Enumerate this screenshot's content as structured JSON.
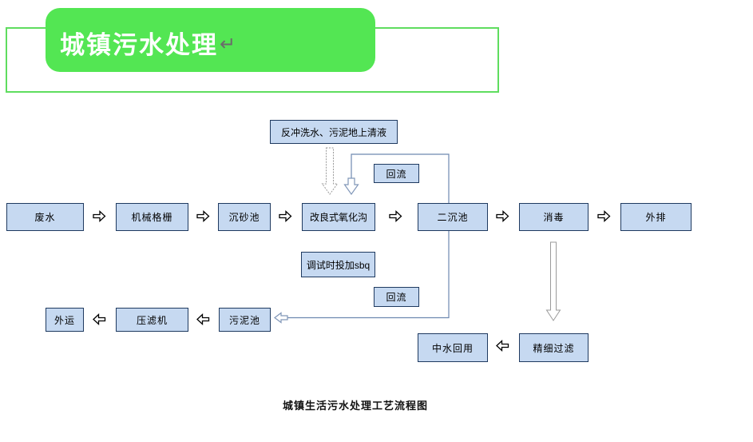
{
  "header": {
    "title": "城镇污水处理",
    "return_mark": "↵"
  },
  "diagram": {
    "nodes": {
      "backwash": {
        "label": "反冲洗水、污泥地上清液"
      },
      "reflux_top": {
        "label": "回流"
      },
      "wastewater": {
        "label": "废水"
      },
      "mechanical_screen": {
        "label": "机械格栅"
      },
      "grit_chamber": {
        "label": "沉砂池"
      },
      "oxidation_ditch": {
        "label": "改良式氧化沟"
      },
      "secondary_clarifier": {
        "label": "二沉池"
      },
      "disinfection": {
        "label": "消毒"
      },
      "discharge": {
        "label": "外排"
      },
      "dosing": {
        "label": "调试时投加sbq"
      },
      "reflux_bottom": {
        "label": "回流"
      },
      "outbound": {
        "label": "外运"
      },
      "filter_press": {
        "label": "压滤机"
      },
      "sludge_tank": {
        "label": "污泥池"
      },
      "water_reuse": {
        "label": "中水回用"
      },
      "fine_filtration": {
        "label": "精细过滤"
      }
    },
    "colors": {
      "node_fill": "#c6d9f1",
      "node_border": "#1f3a60",
      "connector_blue": "#6e89b0",
      "arrow_outline_black": "#000000",
      "header_green": "#53e653",
      "header_border_green": "#5fdd5f"
    }
  },
  "caption": "城镇生活污水处理工艺流程图"
}
